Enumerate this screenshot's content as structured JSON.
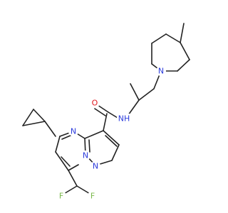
{
  "structure": {
    "atoms": [
      {
        "id": "O1",
        "label": "O",
        "color": "#e0181e"
      },
      {
        "id": "N_amide",
        "label": "NH",
        "color": "#2b3bdc"
      },
      {
        "id": "N_pip",
        "label": "N",
        "color": "#2b3bdc"
      },
      {
        "id": "N4",
        "label": "N",
        "color": "#2b3bdc"
      },
      {
        "id": "N7a",
        "label": "N",
        "color": "#2b3bdc"
      },
      {
        "id": "N1",
        "label": "N",
        "color": "#2b3bdc"
      },
      {
        "id": "F1",
        "label": "F",
        "color": "#7ab84a"
      },
      {
        "id": "F2",
        "label": "F",
        "color": "#7ab84a"
      }
    ],
    "bond_color": "#222222"
  }
}
